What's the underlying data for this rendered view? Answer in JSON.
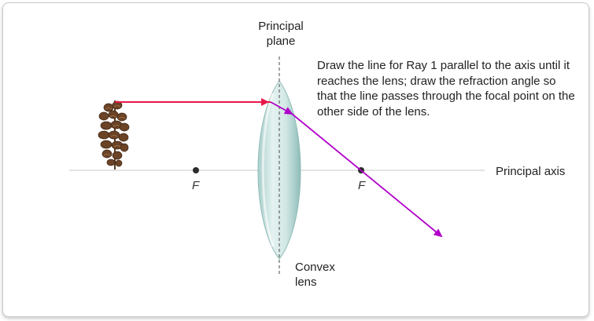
{
  "labels": {
    "principal_plane_line1": "Principal",
    "principal_plane_line2": "plane",
    "principal_axis": "Principal axis",
    "convex_lens_line1": "Convex",
    "convex_lens_line2": "lens",
    "focal_left": "F",
    "focal_right": "F"
  },
  "instruction": "Draw the line for Ray 1 parallel to the axis until it reaches the lens; draw the refraction angle so that the line passes through the focal point on the other side of the lens.",
  "colors": {
    "incident_ray": "#e8174a",
    "refracted_ray": "#b000c8",
    "lens_fill": "#cfe6e4",
    "lens_edge": "#8fbcb8",
    "axis": "#c8c8c8",
    "object": "#6b4326"
  },
  "icons": {
    "object": "pine-cone-icon"
  }
}
